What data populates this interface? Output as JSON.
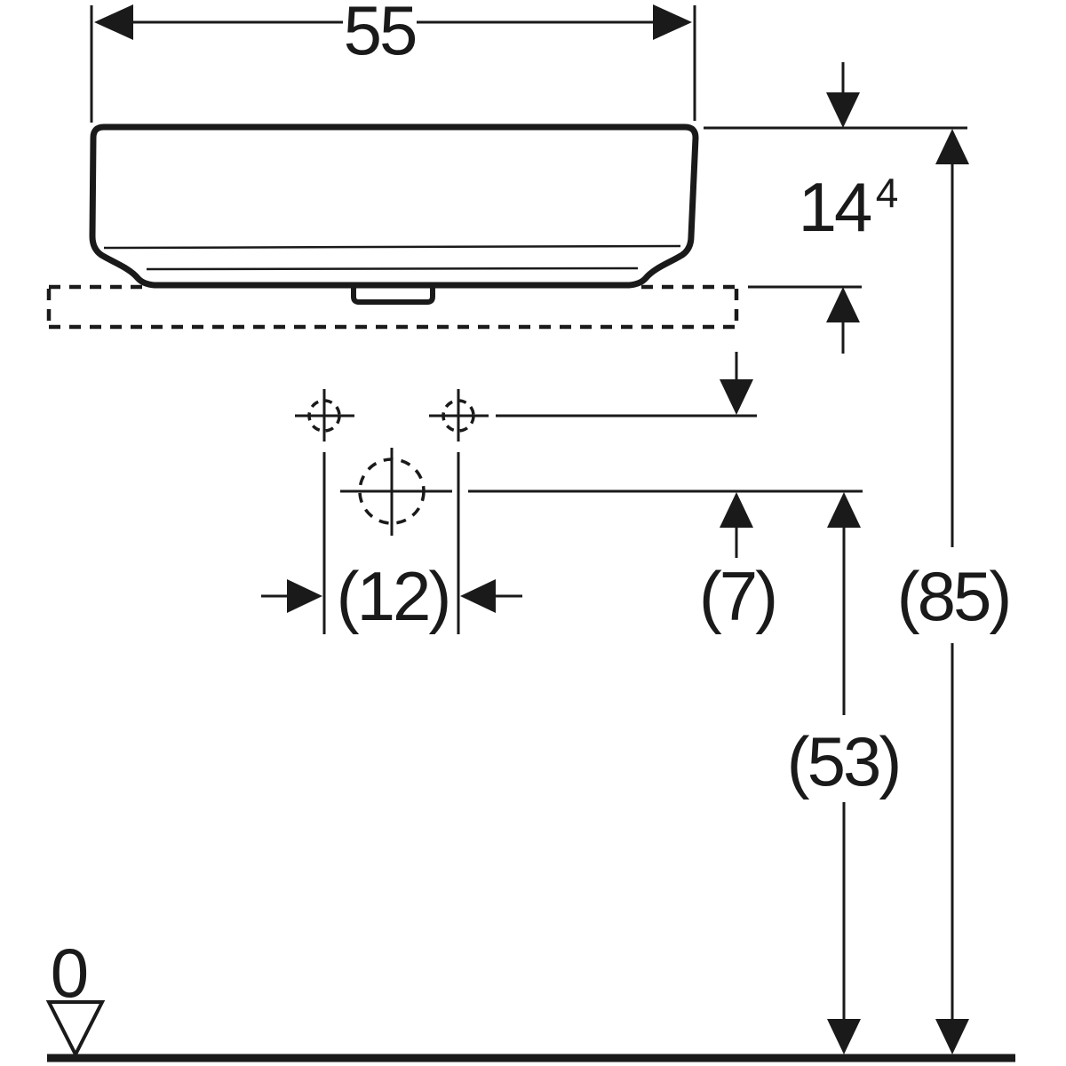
{
  "drawing": {
    "labels": {
      "width": "55",
      "basin_height": "14",
      "basin_height_superscript": "4",
      "tap_hole_spacing": "(12)",
      "tap_to_drain_offset": "(7)",
      "total_height": "(85)",
      "drain_outlet_height": "(53)",
      "floor_datum": "0"
    },
    "colors": {
      "line": "#1a1a1a",
      "background": "#ffffff"
    }
  }
}
